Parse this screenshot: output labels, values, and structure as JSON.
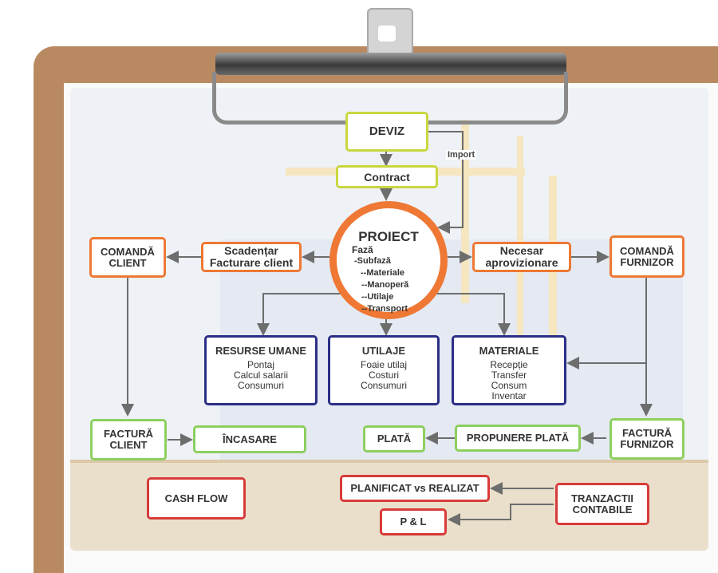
{
  "diagram": {
    "deviz": "DEVIZ",
    "contract": "Contract",
    "import_label": "Import",
    "proiect": {
      "title": "PROIECT",
      "lines": [
        "Fază",
        "-Subfază",
        "--Materiale",
        "--Manoperă",
        "--Utilaje",
        "--Transport"
      ]
    },
    "comanda_client": [
      "COMANDĂ",
      "CLIENT"
    ],
    "scadentar": [
      "Scadențar",
      "Facturare client"
    ],
    "necesar": [
      "Necesar",
      "aprovizionare"
    ],
    "comanda_furnizor": [
      "COMANDĂ",
      "FURNIZOR"
    ],
    "resurse": {
      "title": "RESURSE UMANE",
      "items": [
        "Pontaj",
        "Calcul salarii",
        "Consumuri"
      ]
    },
    "utilaje": {
      "title": "UTILAJE",
      "items": [
        "Foaie utilaj",
        "Costuri",
        "Consumuri"
      ]
    },
    "materiale": {
      "title": "MATERIALE",
      "items": [
        "Recepție",
        "Transfer",
        "Consum",
        "Inventar"
      ]
    },
    "factura_client": [
      "FACTURĂ",
      "CLIENT"
    ],
    "incasare": "ÎNCASARE",
    "plata": "PLATĂ",
    "propunere_plata": "PROPUNERE PLATĂ",
    "factura_furnizor": [
      "FACTURĂ",
      "FURNIZOR"
    ],
    "cash_flow": "CASH FLOW",
    "planificat": "PLANIFICAT vs REALIZAT",
    "tranzactii": [
      "TRANZACTII",
      "CONTABILE"
    ],
    "pl": "P & L"
  },
  "colors": {
    "yellow_green": "#c9d73e",
    "orange": "#ee7834",
    "light_green": "#8ccf5f",
    "navy": "#2b2f86",
    "red": "#d83a3a",
    "arrow": "#6d6d6d",
    "board": "#b98a62"
  }
}
